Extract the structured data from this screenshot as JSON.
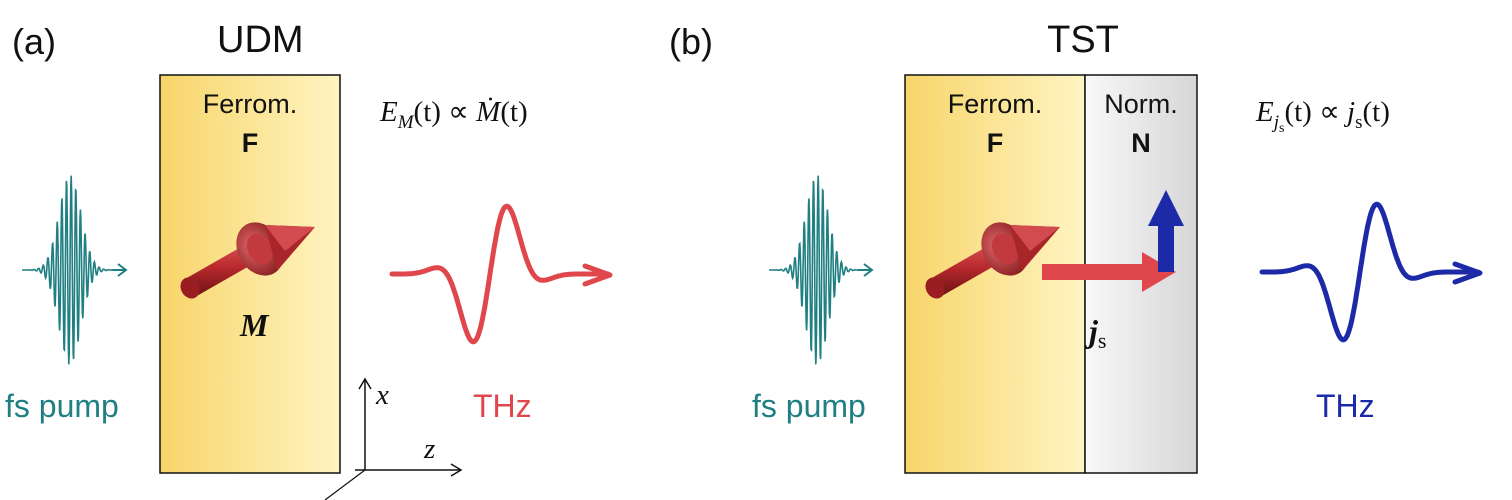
{
  "panel_a": {
    "label": "(a)",
    "title": "UDM",
    "layer": {
      "name": "Ferrom.",
      "symbol": "F"
    },
    "magnetization_label": "M",
    "formula": {
      "lhs": "E",
      "lhs_sub": "M",
      "t1": "(t) ∝ ",
      "rhs": "Ṁ",
      "t2": "(t)"
    },
    "pump_label": "fs pump",
    "thz_label": "THz",
    "axes": {
      "x": "x",
      "z": "z"
    }
  },
  "panel_b": {
    "label": "(b)",
    "title": "TST",
    "layer_f": {
      "name": "Ferrom.",
      "symbol": "F"
    },
    "layer_n": {
      "name": "Norm.",
      "symbol": "N"
    },
    "current_label": "j",
    "current_sub": "s",
    "formula": {
      "lhs": "E",
      "lhs_sub": "j",
      "lhs_subsub": "s",
      "t1": "(t) ∝ ",
      "rhs": "j",
      "rhs_sub": "s",
      "t2": "(t)"
    },
    "pump_label": "fs pump",
    "thz_label": "THz"
  },
  "colors": {
    "pump": "#1f7f82",
    "thz_udm": "#e0474c",
    "thz_tst": "#1c2aa8",
    "ferro_light": "#fff4c2",
    "ferro_dark": "#f7d56a",
    "normal_light": "#f6f6f6",
    "normal_dark": "#d9d9d9",
    "arrow_red": "#e0474c",
    "arrow_blue": "#1c2aa8",
    "magnet": "#b7282c"
  }
}
